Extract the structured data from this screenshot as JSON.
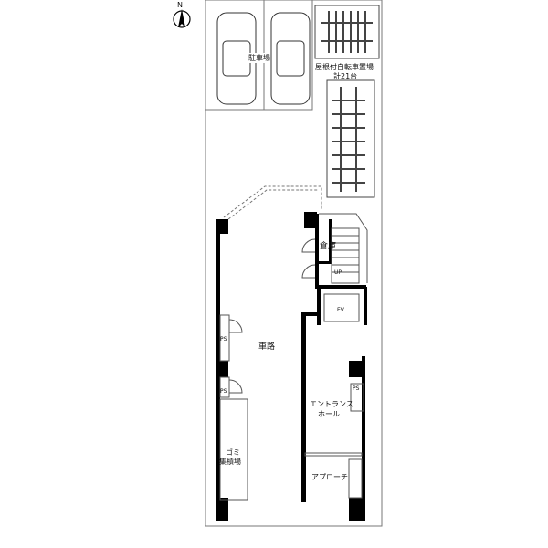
{
  "compass": {
    "label": "N"
  },
  "rooms": {
    "parking": "駐車場",
    "bike_parking": "屋根付自転車置場",
    "bike_count": "計21台",
    "storage": "倉庫",
    "up": "UP",
    "ev": "EV",
    "driveway": "車路",
    "ps1": "PS",
    "ps2": "PS",
    "ps3": "PS",
    "garbage_1": "ゴミ",
    "garbage_2": "集積場",
    "entrance_1": "エントランス",
    "entrance_2": "ホール",
    "approach": "アプローチ"
  }
}
